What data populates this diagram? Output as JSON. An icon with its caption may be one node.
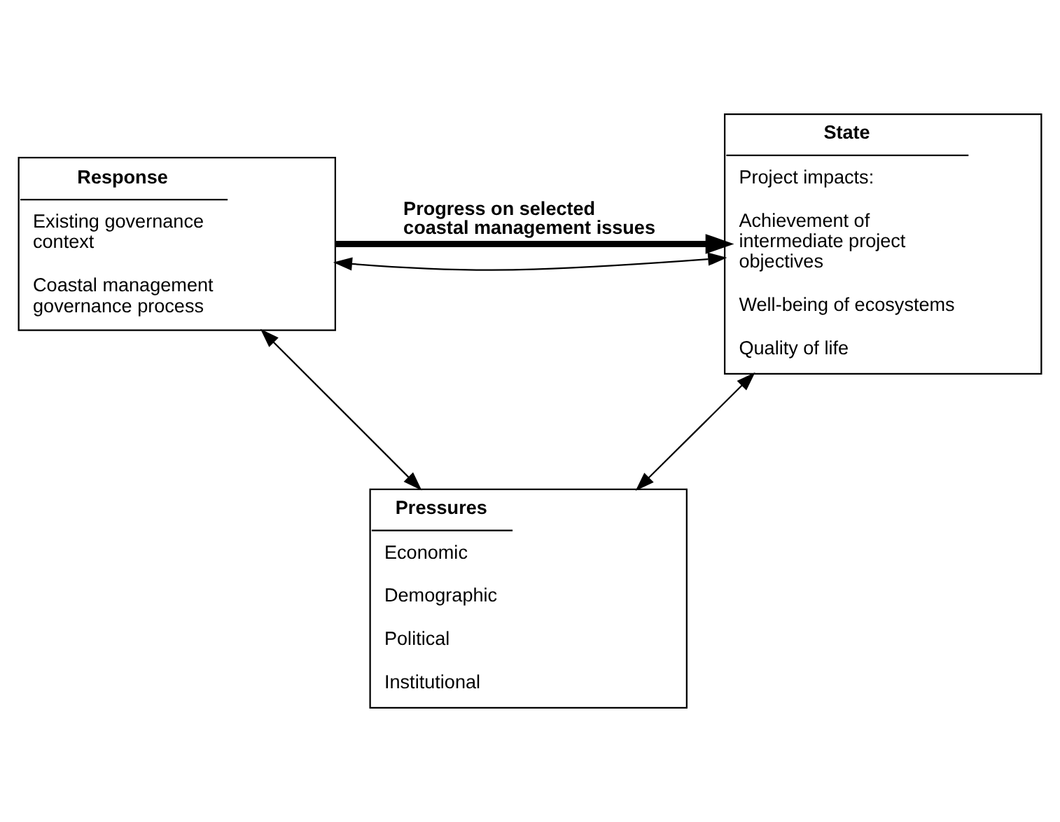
{
  "diagram": {
    "nodes": [
      {
        "text": [
          "Response",
          "Existing governance context",
          "Coastal management governance process"
        ]
      },
      {
        "text": [
          "State",
          "Project impacts:",
          "Achievement of intermediate project objectives",
          "Well-being of ecosystems",
          "Quality of life"
        ]
      },
      {
        "text": [
          "Pressures",
          "Economic",
          "Demographic",
          "Political",
          "Institutional"
        ]
      }
    ],
    "edges": [
      {
        "from": 0,
        "to": 1,
        "arrow": "both"
      },
      {
        "from": 0,
        "to": 1,
        "arrow": "to",
        "style": "thick",
        "label": "Progress on selected coastal management issues"
      },
      {
        "from": 0,
        "to": 2,
        "arrow": "both"
      },
      {
        "from": 1,
        "to": 2,
        "arrow": "both"
      }
    ]
  }
}
